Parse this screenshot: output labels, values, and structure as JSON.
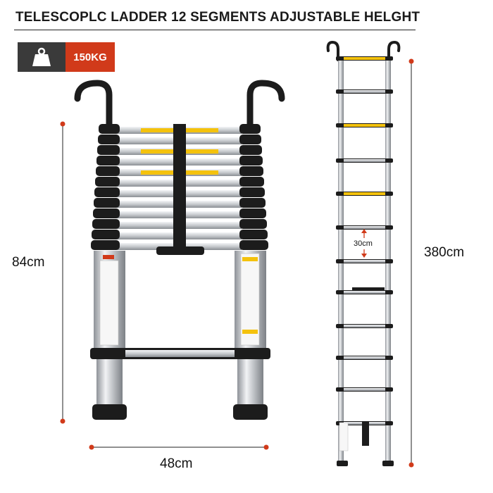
{
  "header": {
    "title": "TELESCOPLC LADDER 12 SEGMENTS ADJUSTABLE HELGHT"
  },
  "badge": {
    "icon": "weight-icon",
    "label": "150KG",
    "accent": "#d13a1a",
    "icon_bg": "#3a3a3a"
  },
  "dimensions": {
    "collapsed_height": "84cm",
    "width": "48cm",
    "extended_height": "380cm",
    "step_spacing": "30cm"
  },
  "colors": {
    "marker": "#d13a1a",
    "aluminum": "#c9ccd0",
    "rubber": "#1c1c1c",
    "label": "#f4c20d"
  }
}
